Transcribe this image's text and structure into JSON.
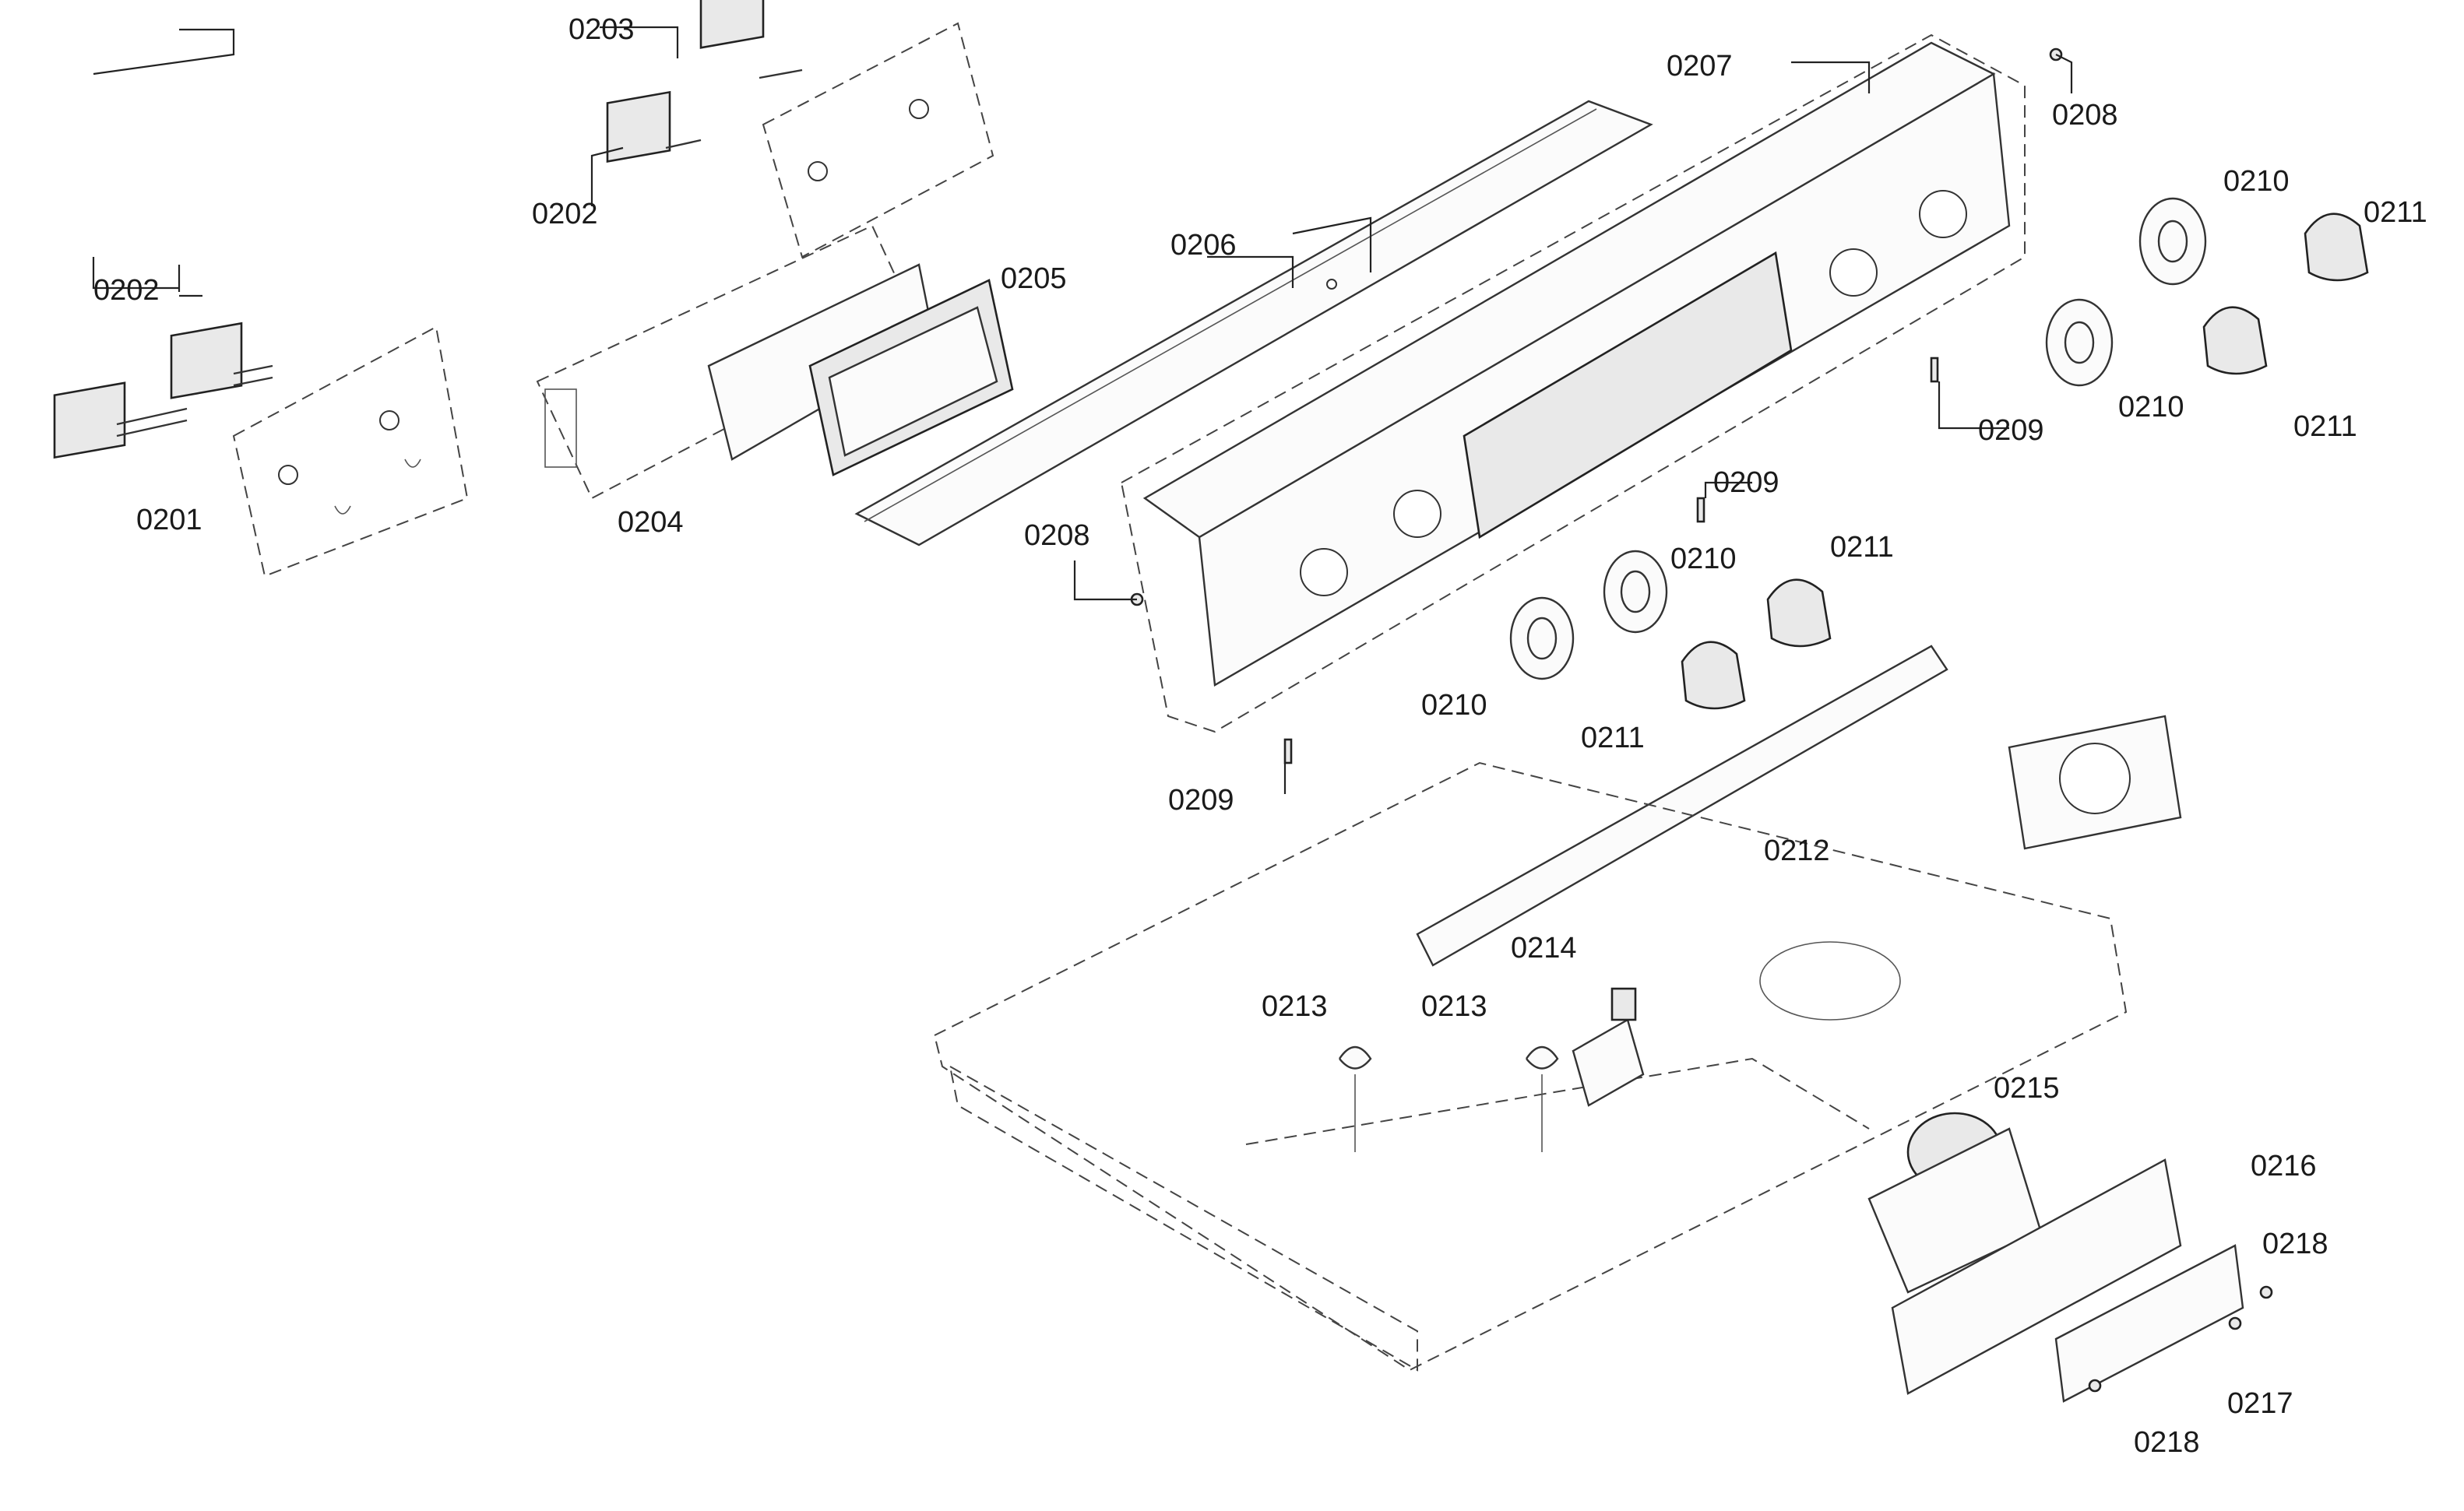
{
  "diagram": {
    "footer_code": "",
    "callouts": {
      "c0201": "0201",
      "c0202a": "0202",
      "c0202b": "0202",
      "c0203": "0203",
      "c0204": "0204",
      "c0205": "0205",
      "c0206": "0206",
      "c0207": "0207",
      "c0208a": "0208",
      "c0208b": "0208",
      "c0209a": "0209",
      "c0209b": "0209",
      "c0209c": "0209",
      "c0210a": "0210",
      "c0210b": "0210",
      "c0210c": "0210",
      "c0210d": "0210",
      "c0211a": "0211",
      "c0211b": "0211",
      "c0211c": "0211",
      "c0211d": "0211",
      "c0212": "0212",
      "c0213a": "0213",
      "c0213b": "0213",
      "c0214": "0214",
      "c0215": "0215",
      "c0216": "0216",
      "c0217": "0217",
      "c0218a": "0218",
      "c0218b": "0218"
    }
  }
}
